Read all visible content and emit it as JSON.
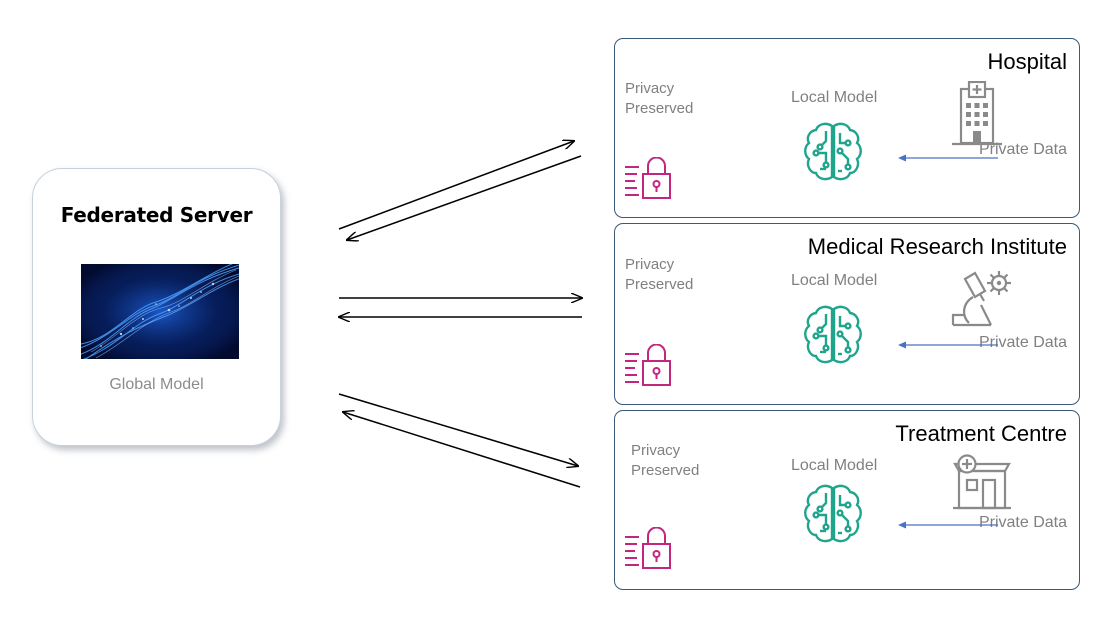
{
  "server": {
    "title": "Federated Server",
    "caption": "Global Model",
    "image": "dna-helix-image"
  },
  "nodes": [
    {
      "title": "Hospital",
      "privacy": "Privacy Preserved",
      "model": "Local Model",
      "data": "Private Data",
      "source_icon": "hospital-building-icon"
    },
    {
      "title": "Medical Research Institute",
      "privacy": "Privacy Preserved",
      "model": "Local Model",
      "data": "Private Data",
      "source_icon": "microscope-virus-icon"
    },
    {
      "title": "Treatment Centre",
      "privacy": "Privacy Preserved",
      "model": "Local Model",
      "data": "Private Data",
      "source_icon": "clinic-building-icon"
    }
  ],
  "colors": {
    "model_icon": "#1fa58c",
    "privacy_icon": "#c3267f",
    "source_icon": "#8a8a8a",
    "data_arrow": "#4a72c4",
    "card_border": "#3a5a78",
    "server_image_bg": "#020a2e",
    "server_image_glow": "#3a8cff"
  }
}
